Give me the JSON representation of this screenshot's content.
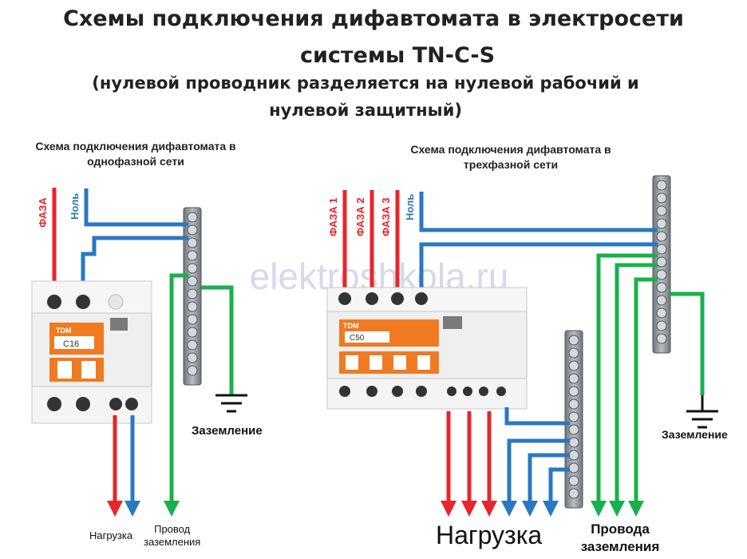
{
  "title": {
    "line1": "Схемы подключения дифавтомата в электросети",
    "line2": "системы TN-C-S",
    "line3": "(нулевой проводник разделяется на нулевой рабочий и",
    "line4": "нулевой защитный)"
  },
  "watermark": "elektroshkola.ru",
  "single_phase": {
    "caption_line1": "Схема подключения дифавтомата в",
    "caption_line2": "однофазной сети",
    "phase_label": "ФАЗА",
    "neutral_label": "Ноль",
    "device_brand": "TDM",
    "device_rating": "C16",
    "ground_label": "Заземление",
    "load_label": "Нагрузка",
    "pe_label_line1": "Провод",
    "pe_label_line2": "заземления"
  },
  "three_phase": {
    "caption_line1": "Схема подключения дифавтомата в",
    "caption_line2": "трехфазной сети",
    "phase_labels": [
      "ФАЗА 1",
      "ФАЗА 2",
      "ФАЗА 3"
    ],
    "neutral_label": "Ноль",
    "device_brand": "TDM",
    "device_rating": "C50",
    "ground_label": "Заземление",
    "load_label": "Нагрузка",
    "pe_label_line1": "Провода",
    "pe_label_line2": "заземления"
  },
  "colors": {
    "phase": "#e8252b",
    "neutral": "#2a78c0",
    "ground": "#19b04b",
    "device_body": "#f2f2f2",
    "device_orange": "#f07a22",
    "busbar": "#8a8f96"
  }
}
